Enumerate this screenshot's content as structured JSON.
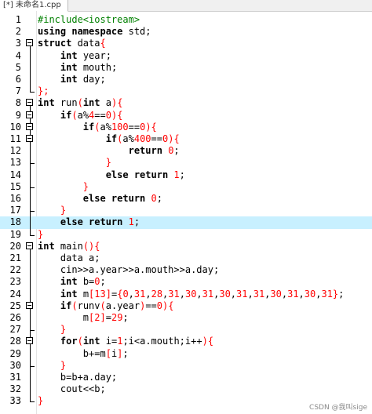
{
  "tab": {
    "title": "[*] 未命名1.cpp"
  },
  "watermark": "CSDN @我叫sige",
  "current_line": 18,
  "colors": {
    "keyword": "#000000",
    "preprocessor": "#008000",
    "bracket": "#ff0000",
    "number": "#ff0000",
    "current_line_bg": "#c8f0ff"
  },
  "lines": [
    {
      "n": "1",
      "fold": "none",
      "tokens": [
        [
          "pp",
          "#include<iostream>"
        ]
      ]
    },
    {
      "n": "2",
      "fold": "none",
      "tokens": [
        [
          "kw",
          "using namespace"
        ],
        [
          "t",
          " std;"
        ]
      ]
    },
    {
      "n": "3",
      "fold": "open",
      "tokens": [
        [
          "kw",
          "struct"
        ],
        [
          "t",
          " data"
        ],
        [
          "br",
          "{"
        ]
      ]
    },
    {
      "n": "4",
      "fold": "cont",
      "tokens": [
        [
          "t",
          "    "
        ],
        [
          "kw",
          "int"
        ],
        [
          "t",
          " year;"
        ]
      ]
    },
    {
      "n": "5",
      "fold": "cont",
      "tokens": [
        [
          "t",
          "    "
        ],
        [
          "kw",
          "int"
        ],
        [
          "t",
          " mouth;"
        ]
      ]
    },
    {
      "n": "6",
      "fold": "cont",
      "tokens": [
        [
          "t",
          "    "
        ],
        [
          "kw",
          "int"
        ],
        [
          "t",
          " day;"
        ]
      ]
    },
    {
      "n": "7",
      "fold": "end",
      "tokens": [
        [
          "br",
          "};"
        ]
      ]
    },
    {
      "n": "8",
      "fold": "open",
      "tokens": [
        [
          "kw",
          "int"
        ],
        [
          "t",
          " run"
        ],
        [
          "br",
          "("
        ],
        [
          "kw",
          "int"
        ],
        [
          "t",
          " a"
        ],
        [
          "br",
          ")"
        ],
        [
          "br",
          "{"
        ]
      ]
    },
    {
      "n": "9",
      "fold": "open2",
      "tokens": [
        [
          "t",
          "    "
        ],
        [
          "kw",
          "if"
        ],
        [
          "br",
          "("
        ],
        [
          "t",
          "a%"
        ],
        [
          "num",
          "4"
        ],
        [
          "t",
          "=="
        ],
        [
          "num",
          "0"
        ],
        [
          "br",
          ")"
        ],
        [
          "br",
          "{"
        ]
      ]
    },
    {
      "n": "10",
      "fold": "open2",
      "tokens": [
        [
          "t",
          "        "
        ],
        [
          "kw",
          "if"
        ],
        [
          "br",
          "("
        ],
        [
          "t",
          "a%"
        ],
        [
          "num",
          "100"
        ],
        [
          "t",
          "=="
        ],
        [
          "num",
          "0"
        ],
        [
          "br",
          ")"
        ],
        [
          "br",
          "{"
        ]
      ]
    },
    {
      "n": "11",
      "fold": "open2",
      "tokens": [
        [
          "t",
          "            "
        ],
        [
          "kw",
          "if"
        ],
        [
          "br",
          "("
        ],
        [
          "t",
          "a%"
        ],
        [
          "num",
          "400"
        ],
        [
          "t",
          "=="
        ],
        [
          "num",
          "0"
        ],
        [
          "br",
          ")"
        ],
        [
          "br",
          "{"
        ]
      ]
    },
    {
      "n": "12",
      "fold": "cont",
      "tokens": [
        [
          "t",
          "                "
        ],
        [
          "kw",
          "return"
        ],
        [
          "t",
          " "
        ],
        [
          "num",
          "0"
        ],
        [
          "t",
          ";"
        ]
      ]
    },
    {
      "n": "13",
      "fold": "end2",
      "tokens": [
        [
          "t",
          "            "
        ],
        [
          "br",
          "}"
        ]
      ]
    },
    {
      "n": "14",
      "fold": "cont",
      "tokens": [
        [
          "t",
          "            "
        ],
        [
          "kw",
          "else return"
        ],
        [
          "t",
          " "
        ],
        [
          "num",
          "1"
        ],
        [
          "t",
          ";"
        ]
      ]
    },
    {
      "n": "15",
      "fold": "end2",
      "tokens": [
        [
          "t",
          "        "
        ],
        [
          "br",
          "}"
        ]
      ]
    },
    {
      "n": "16",
      "fold": "cont",
      "tokens": [
        [
          "t",
          "        "
        ],
        [
          "kw",
          "else return"
        ],
        [
          "t",
          " "
        ],
        [
          "num",
          "0"
        ],
        [
          "t",
          ";"
        ]
      ]
    },
    {
      "n": "17",
      "fold": "end2",
      "tokens": [
        [
          "t",
          "    "
        ],
        [
          "br",
          "}"
        ]
      ]
    },
    {
      "n": "18",
      "fold": "cont",
      "tokens": [
        [
          "t",
          "    "
        ],
        [
          "kw",
          "else return"
        ],
        [
          "t",
          " "
        ],
        [
          "num",
          "1"
        ],
        [
          "t",
          ";"
        ]
      ]
    },
    {
      "n": "19",
      "fold": "end",
      "tokens": [
        [
          "br",
          "}"
        ]
      ]
    },
    {
      "n": "20",
      "fold": "open",
      "tokens": [
        [
          "kw",
          "int"
        ],
        [
          "t",
          " main"
        ],
        [
          "br",
          "("
        ],
        [
          "br",
          ")"
        ],
        [
          "br",
          "{"
        ]
      ]
    },
    {
      "n": "21",
      "fold": "cont",
      "tokens": [
        [
          "t",
          "    data a;"
        ]
      ]
    },
    {
      "n": "22",
      "fold": "cont",
      "tokens": [
        [
          "t",
          "    cin>>a.year>>a.mouth>>a.day;"
        ]
      ]
    },
    {
      "n": "23",
      "fold": "cont",
      "tokens": [
        [
          "t",
          "    "
        ],
        [
          "kw",
          "int"
        ],
        [
          "t",
          " b="
        ],
        [
          "num",
          "0"
        ],
        [
          "t",
          ";"
        ]
      ]
    },
    {
      "n": "24",
      "fold": "cont",
      "tokens": [
        [
          "t",
          "    "
        ],
        [
          "kw",
          "int"
        ],
        [
          "t",
          " m"
        ],
        [
          "br",
          "["
        ],
        [
          "num",
          "13"
        ],
        [
          "br",
          "]"
        ],
        [
          "t",
          "="
        ],
        [
          "br",
          "{"
        ],
        [
          "num",
          "0"
        ],
        [
          "t",
          ","
        ],
        [
          "num",
          "31"
        ],
        [
          "t",
          ","
        ],
        [
          "num",
          "28"
        ],
        [
          "t",
          ","
        ],
        [
          "num",
          "31"
        ],
        [
          "t",
          ","
        ],
        [
          "num",
          "30"
        ],
        [
          "t",
          ","
        ],
        [
          "num",
          "31"
        ],
        [
          "t",
          ","
        ],
        [
          "num",
          "30"
        ],
        [
          "t",
          ","
        ],
        [
          "num",
          "31"
        ],
        [
          "t",
          ","
        ],
        [
          "num",
          "31"
        ],
        [
          "t",
          ","
        ],
        [
          "num",
          "30"
        ],
        [
          "t",
          ","
        ],
        [
          "num",
          "31"
        ],
        [
          "t",
          ","
        ],
        [
          "num",
          "30"
        ],
        [
          "t",
          ","
        ],
        [
          "num",
          "31"
        ],
        [
          "br",
          "}"
        ],
        [
          "t",
          ";"
        ]
      ]
    },
    {
      "n": "25",
      "fold": "open2",
      "tokens": [
        [
          "t",
          "    "
        ],
        [
          "kw",
          "if"
        ],
        [
          "br",
          "("
        ],
        [
          "t",
          "runv"
        ],
        [
          "br",
          "("
        ],
        [
          "t",
          "a.year"
        ],
        [
          "br",
          ")"
        ],
        [
          "t",
          "=="
        ],
        [
          "num",
          "0"
        ],
        [
          "br",
          ")"
        ],
        [
          "br",
          "{"
        ]
      ]
    },
    {
      "n": "26",
      "fold": "cont",
      "tokens": [
        [
          "t",
          "        m"
        ],
        [
          "br",
          "["
        ],
        [
          "num",
          "2"
        ],
        [
          "br",
          "]"
        ],
        [
          "t",
          "="
        ],
        [
          "num",
          "29"
        ],
        [
          "t",
          ";"
        ]
      ]
    },
    {
      "n": "27",
      "fold": "end2",
      "tokens": [
        [
          "t",
          "    "
        ],
        [
          "br",
          "}"
        ]
      ]
    },
    {
      "n": "28",
      "fold": "open2",
      "tokens": [
        [
          "t",
          "    "
        ],
        [
          "kw",
          "for"
        ],
        [
          "br",
          "("
        ],
        [
          "kw",
          "int"
        ],
        [
          "t",
          " i="
        ],
        [
          "num",
          "1"
        ],
        [
          "t",
          ";i<a.mouth;i++"
        ],
        [
          "br",
          ")"
        ],
        [
          "br",
          "{"
        ]
      ]
    },
    {
      "n": "29",
      "fold": "cont",
      "tokens": [
        [
          "t",
          "        b+=m"
        ],
        [
          "br",
          "["
        ],
        [
          "t",
          "i"
        ],
        [
          "br",
          "]"
        ],
        [
          "t",
          ";"
        ]
      ]
    },
    {
      "n": "30",
      "fold": "end2",
      "tokens": [
        [
          "t",
          "    "
        ],
        [
          "br",
          "}"
        ]
      ]
    },
    {
      "n": "31",
      "fold": "cont",
      "tokens": [
        [
          "t",
          "    b=b+a.day;"
        ]
      ]
    },
    {
      "n": "32",
      "fold": "cont",
      "tokens": [
        [
          "t",
          "    cout<<b;"
        ]
      ]
    },
    {
      "n": "33",
      "fold": "end",
      "tokens": [
        [
          "br",
          "}"
        ]
      ]
    }
  ]
}
